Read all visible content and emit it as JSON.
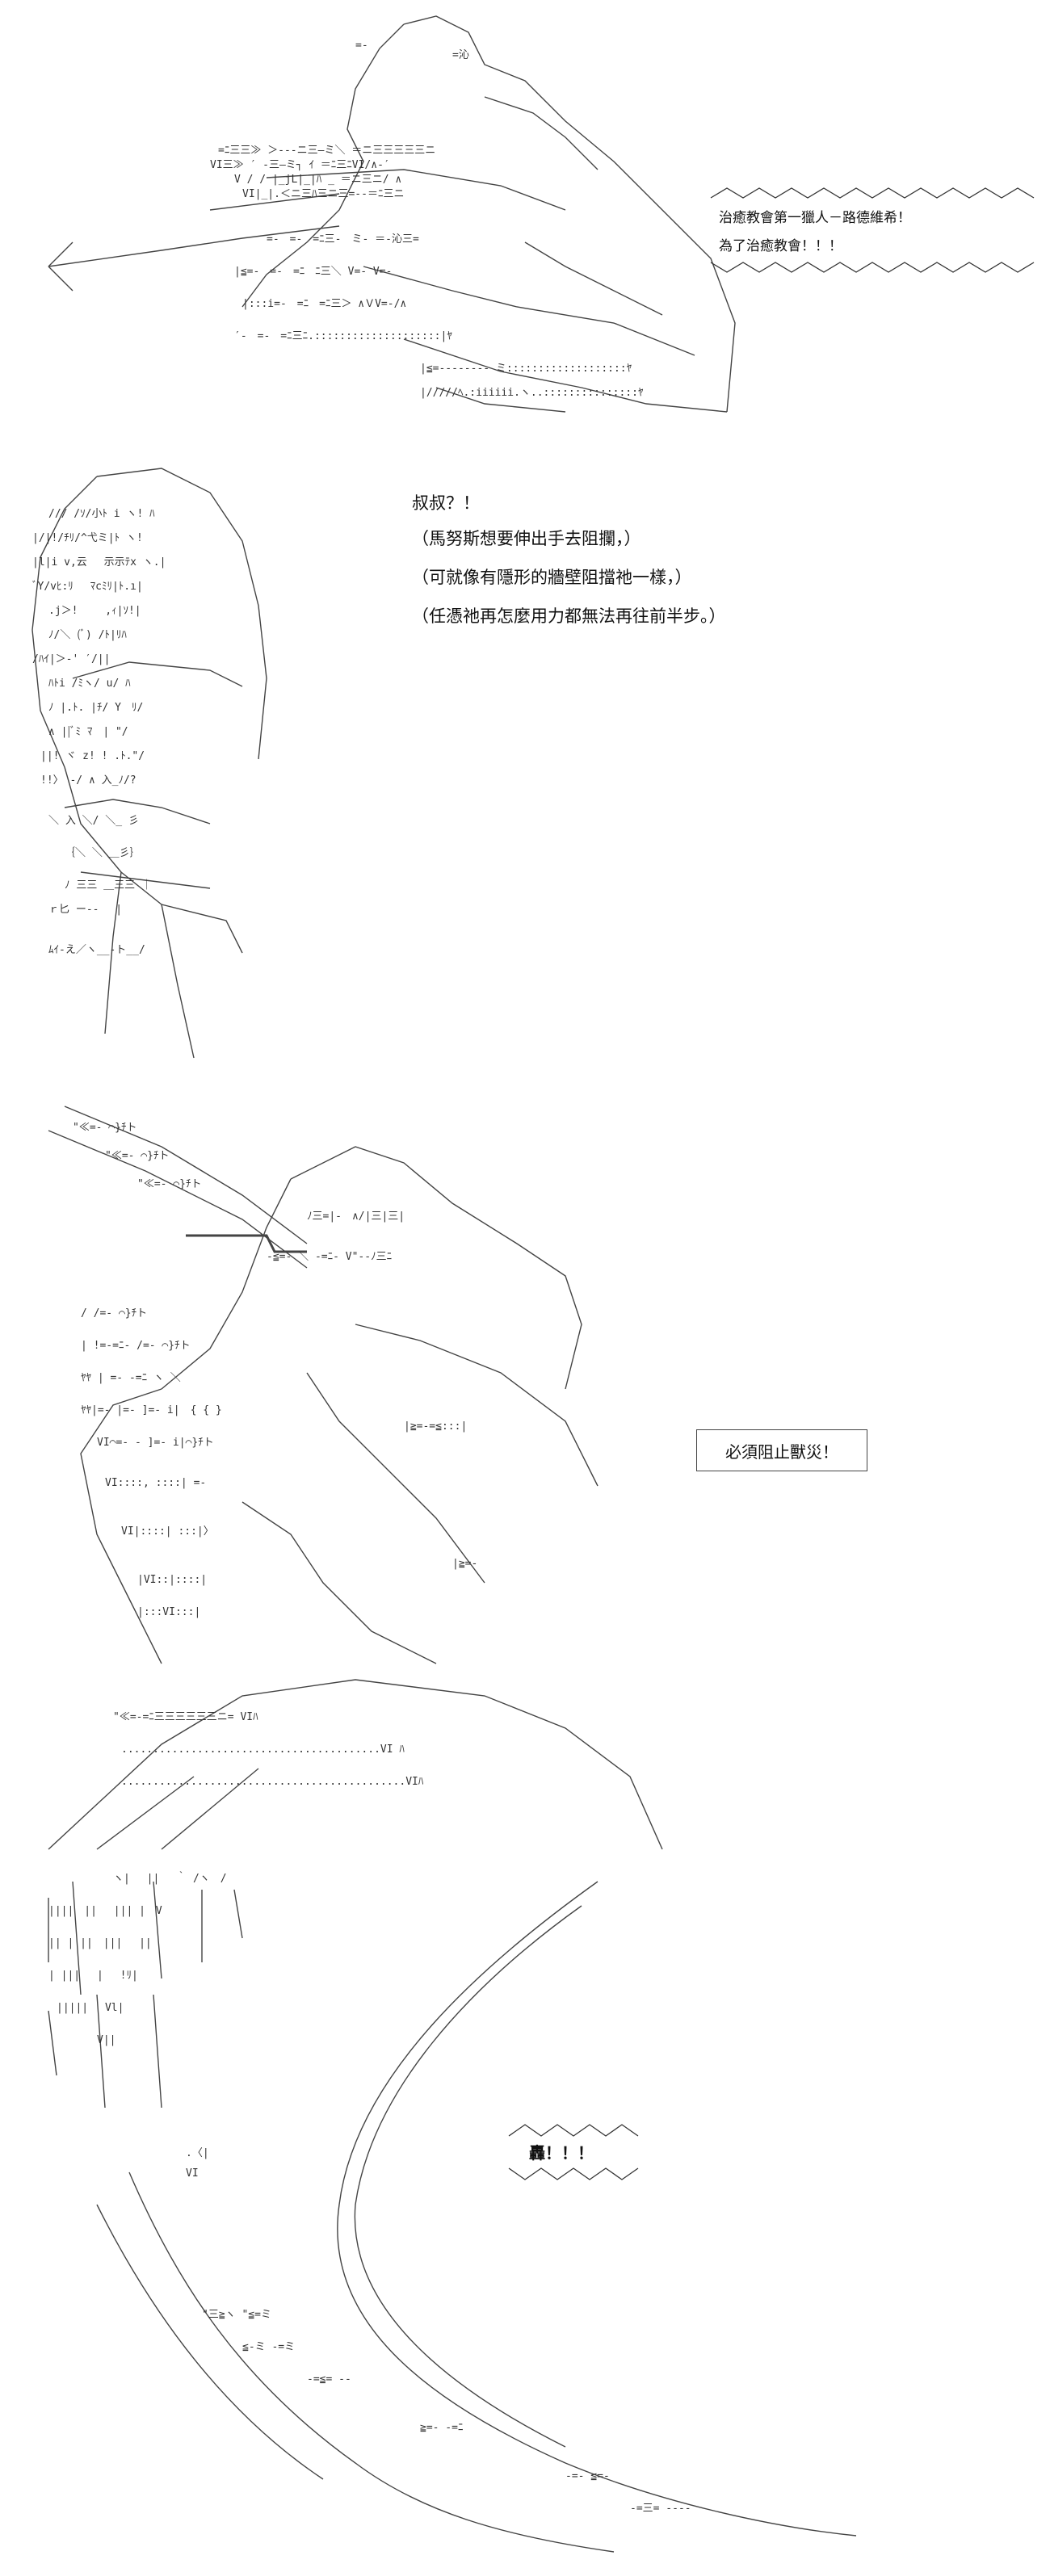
{
  "panel1": {
    "speech_line1": "治癒教會第一獵人－路德維希！",
    "speech_line2": "為了治癒教會！！！"
  },
  "panel2": {
    "caption_lines": [
      "叔叔？！",
      "（馬努斯想要伸出手去阻攔，）",
      "（可就像有隱形的牆壁阻擋祂一樣，）",
      "（任憑祂再怎麼用力都無法再往前半步。）"
    ]
  },
  "panel3": {
    "speech": "必須阻止獸災！"
  },
  "panel4": {
    "sfx": "轟！！！"
  }
}
